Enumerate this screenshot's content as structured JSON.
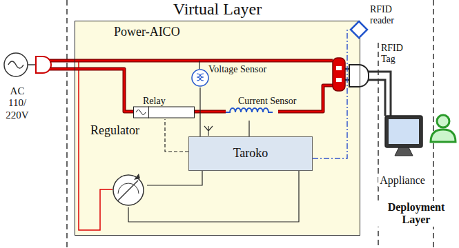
{
  "diagram": {
    "title": "Virtual Layer",
    "nodes": [
      {
        "text": [
          "Power-AICO"
        ]
      },
      {
        "text": [
          "Relay"
        ],
        "in": 0
      },
      {
        "text": [
          "Voltage Sensor"
        ],
        "in": 0
      },
      {
        "text": [
          "Current Sensor"
        ],
        "in": 0
      },
      {
        "text": [
          "Taroko"
        ],
        "in": 0
      },
      {
        "text": [
          "Regulator"
        ],
        "in": 0
      },
      {
        "text": [
          "RFID reader"
        ]
      },
      {
        "text": [
          "Appliance"
        ]
      }
    ],
    "edges": [
      {
        "from": 4,
        "to": 1,
        "arrow": "none"
      },
      {
        "from": 4,
        "to": 2,
        "arrow": "none"
      },
      {
        "from": 4,
        "to": 3,
        "arrow": "none"
      },
      {
        "from": 4,
        "to": 5,
        "arrow": "none"
      },
      {
        "from": 4,
        "to": 6,
        "arrow": "none"
      },
      {
        "from": 4,
        "to": 5,
        "arrow": "none"
      }
    ],
    "labels": [
      "AC 110/ 220V",
      "RFID Tag",
      "Deployment Layer"
    ]
  }
}
